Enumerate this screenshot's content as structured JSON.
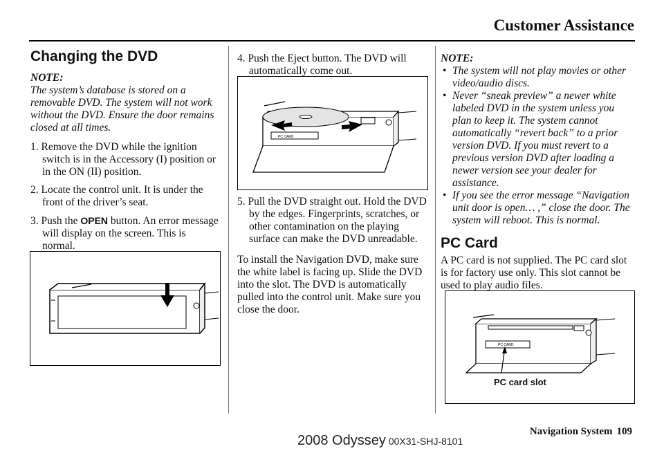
{
  "header": {
    "title": "Customer Assistance"
  },
  "col1": {
    "heading": "Changing the DVD",
    "note_label": "NOTE:",
    "note_text": "The system’s database is stored on a removable DVD. The system will not work without the DVD. Ensure the door remains closed at all times.",
    "step1": "1. Remove the DVD while the ignition switch is in the Accessory (I) position or in the ON (II) position.",
    "step2": "2. Locate the control unit. It is under the front of the driver’s seat.",
    "step3_pre": "3. Push the ",
    "step3_btn": "OPEN",
    "step3_post": " button. An error message will display on the screen. This is normal."
  },
  "col2": {
    "step4": "4. Push the Eject button. The DVD will automatically come out.",
    "step5": "5. Pull the DVD straight out. Hold the DVD by the edges. Fingerprints, scratches, or other contamination on the playing surface can make the DVD unreadable.",
    "install": "To install the Navigation DVD, make sure the white label is facing up. Slide the DVD into the slot. The DVD is automatically pulled into the control unit. Make sure you close the door.",
    "fig_card_text": "PC CARD"
  },
  "col3": {
    "note_label": "NOTE:",
    "bullets": [
      "The system will not play movies or other video/audio discs.",
      "Never “sneak preview” a newer white labeled DVD in the system unless you plan to keep it. The system cannot automatically “revert back” to a prior version DVD. If you must revert to a previous version DVD after loading a newer version see your dealer for assistance.",
      "If you see the error message “Navigation unit door is open… ,” close the door. The system will reboot. This is normal."
    ],
    "heading": "PC Card",
    "pc_text": "A PC card is not supplied. The PC card slot is for factory use only. This slot cannot be used to play audio files.",
    "fig_label": "PC card slot",
    "fig_card_text": "PC CARD"
  },
  "footer": {
    "section": "Navigation System",
    "page": "109",
    "model": "2008  Odyssey",
    "code": "00X31-SHJ-8101"
  }
}
